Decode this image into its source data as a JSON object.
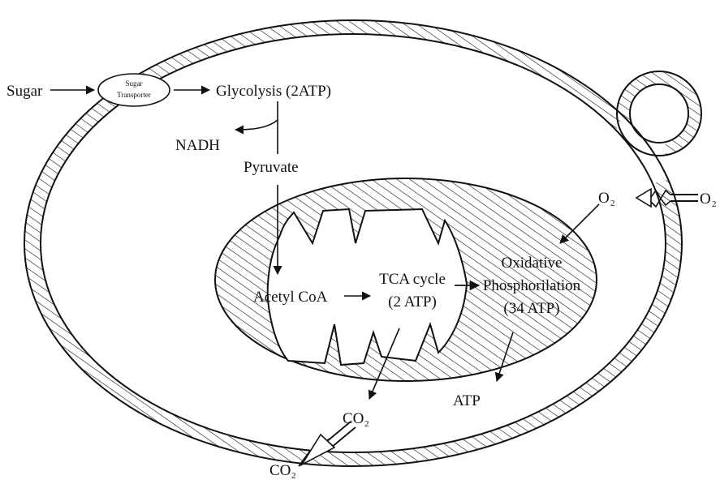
{
  "colors": {
    "ink": "#111111",
    "background": "#ffffff"
  },
  "labels": {
    "sugar": "Sugar",
    "sugar_transporter_line1": "Sugar",
    "sugar_transporter_line2": "Transporter",
    "glycolysis": "Glycolysis (2ATP)",
    "nadh": "NADH",
    "pyruvate": "Pyruvate",
    "acetyl_coa": "Acetyl CoA",
    "tca_line1": "TCA cycle",
    "tca_line2": "(2 ATP)",
    "oxphos_line1": "Oxidative",
    "oxphos_line2": "Phosphorilation",
    "oxphos_line3": "(34 ATP)",
    "atp": "ATP",
    "o2_inner": "O",
    "o2_outer": "O",
    "co2_inner": "CO",
    "co2_outer": "CO",
    "subscript_two": "2"
  }
}
